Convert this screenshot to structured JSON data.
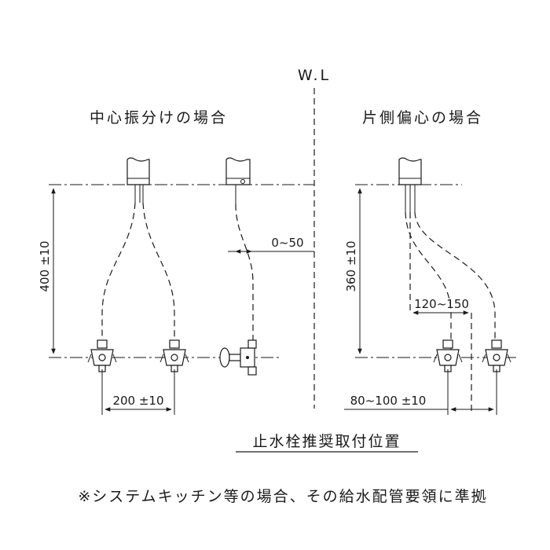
{
  "wall_line_label": "W.L",
  "center_section": {
    "title": "中心振分けの場合",
    "height_dim": "400 ±10",
    "offset_dim": "0~50",
    "spacing_dim": "200 ±10"
  },
  "side_section": {
    "title": "片側偏心の場合",
    "height_dim": "360 ±10",
    "offset_dim": "120~150",
    "spacing_dim": "80~100 ±10"
  },
  "caption": "止水栓推奨取付位置",
  "note": "※システムキッチン等の場合、その給水配管要領に準拠"
}
